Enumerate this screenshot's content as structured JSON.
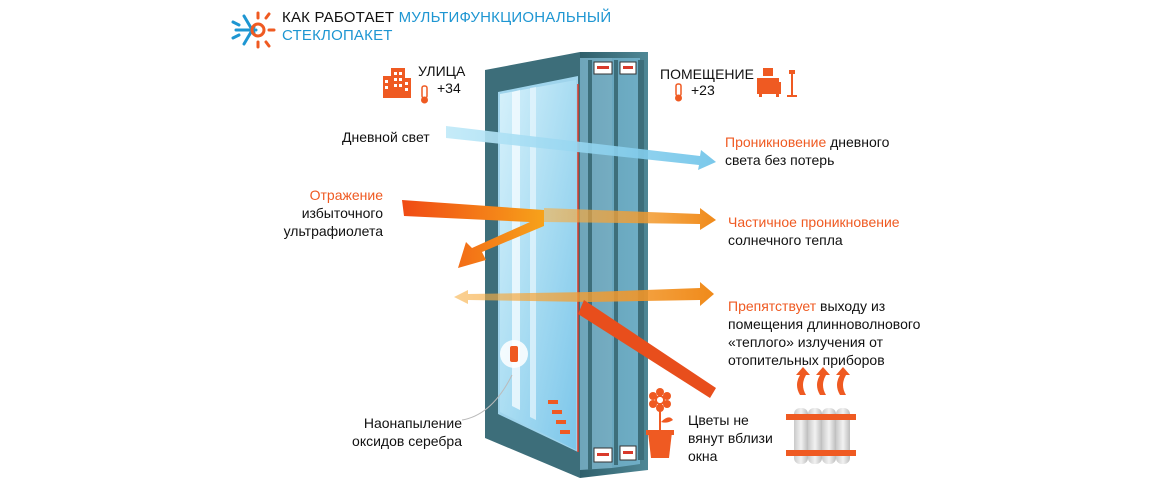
{
  "header": {
    "title_dark": "КАК РАБОТАЕТ",
    "title_blue_1": "МУЛЬТИФУНКЦИОНАЛЬНЫЙ",
    "title_blue_2": "СТЕКЛОПАКЕТ"
  },
  "street": {
    "label": "УЛИЦА",
    "temp": "+34",
    "icon": "building-icon"
  },
  "room": {
    "label": "ПОМЕЩЕНИЕ",
    "temp": "+23",
    "icon": "furniture-icon"
  },
  "labels": {
    "daylight": "Дневной свет",
    "reflection_orange": "Отражение",
    "reflection_rest_1": "избыточного",
    "reflection_rest_2": "ультрафиолета",
    "penetration_orange": "Проникновение",
    "penetration_rest_1": " дневного",
    "penetration_rest_2": "света без потерь",
    "partial_orange": "Частичное проникновение",
    "partial_rest": "солнечного тепла",
    "prevents_orange": "Препятствует",
    "prevents_rest_1": " выходу из",
    "prevents_rest_2": "помещения длинноволнового",
    "prevents_rest_3": "«теплого» излучения от",
    "prevents_rest_4": "отопительных приборов",
    "coating_1": "Наонапыление",
    "coating_2": "оксидов серебра",
    "flowers_1": "Цветы не",
    "flowers_2": "вянут вблизи",
    "flowers_3": "окна"
  },
  "colors": {
    "accent": "#ef5a22",
    "blue": "#1e96d2",
    "frame": "#3d6e7a",
    "glass": "#bfe6f7"
  },
  "icons": [
    "snowflake-sun-logo-icon",
    "building-icon",
    "thermometer-icon",
    "furniture-icon",
    "flower-pot-icon",
    "radiator-icon",
    "heat-arrows-icon"
  ]
}
